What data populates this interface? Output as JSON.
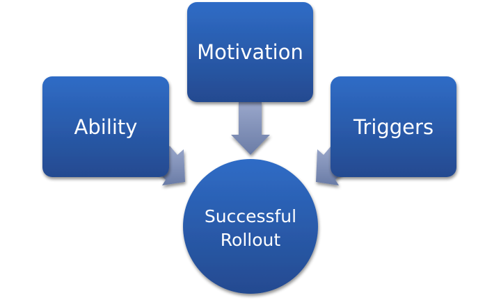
{
  "diagram": {
    "nodes": [
      {
        "id": "motivation",
        "label": "Motivation",
        "shape": "rounded-rect"
      },
      {
        "id": "ability",
        "label": "Ability",
        "shape": "rounded-rect"
      },
      {
        "id": "triggers",
        "label": "Triggers",
        "shape": "rounded-rect"
      },
      {
        "id": "outcome",
        "label_lines": [
          "Successful",
          "Rollout"
        ],
        "shape": "circle"
      }
    ],
    "edges": [
      {
        "from": "motivation",
        "to": "outcome"
      },
      {
        "from": "ability",
        "to": "outcome"
      },
      {
        "from": "triggers",
        "to": "outcome"
      }
    ],
    "colors": {
      "node_top": "#2F6CC6",
      "node_bottom": "#244A90",
      "arrow_top": "#9AA7CB",
      "arrow_bottom": "#6A7CA6",
      "background": "#FFFFFF",
      "text": "#FFFFFF"
    }
  }
}
